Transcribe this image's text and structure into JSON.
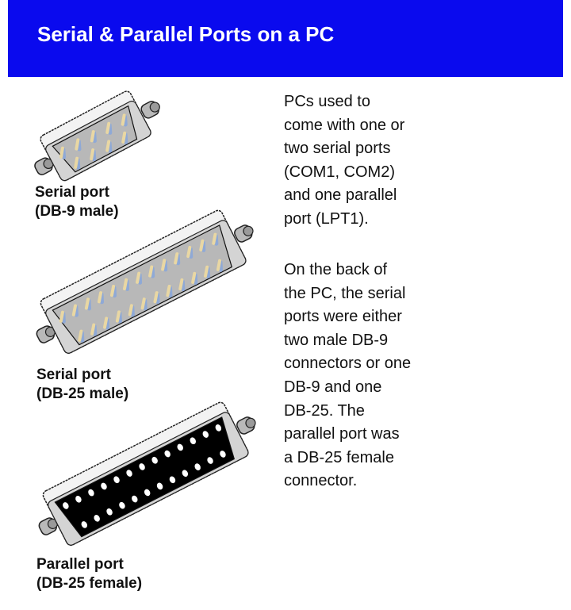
{
  "title": "Serial & Parallel Ports on a PC",
  "colors": {
    "title_bg": "#0a0aee",
    "title_text": "#ffffff",
    "pin_tan": "#e9d7a3",
    "pin_blue": "#8fa9d6"
  },
  "connectors": [
    {
      "caption_line1": "Serial port",
      "caption_line2": "(DB-9 male)",
      "pins": [
        5,
        4
      ],
      "type": "male"
    },
    {
      "caption_line1": "Serial port",
      "caption_line2": "(DB-25 male)",
      "pins": [
        13,
        12
      ],
      "type": "male"
    },
    {
      "caption_line1": "Parallel port",
      "caption_line2": "(DB-25 female)",
      "pins": [
        13,
        12
      ],
      "type": "female"
    }
  ],
  "paragraphs": [
    [
      "PCs used to",
      "come with one or",
      "two serial ports",
      "(COM1, COM2)",
      "and one parallel",
      "port (LPT1)."
    ],
    [
      "On the back of",
      "the PC, the serial",
      "ports were either",
      "two male DB-9",
      "connectors or one",
      "DB-9 and one",
      "DB-25.  The",
      "parallel port was",
      "a DB-25 female",
      "connector."
    ]
  ]
}
